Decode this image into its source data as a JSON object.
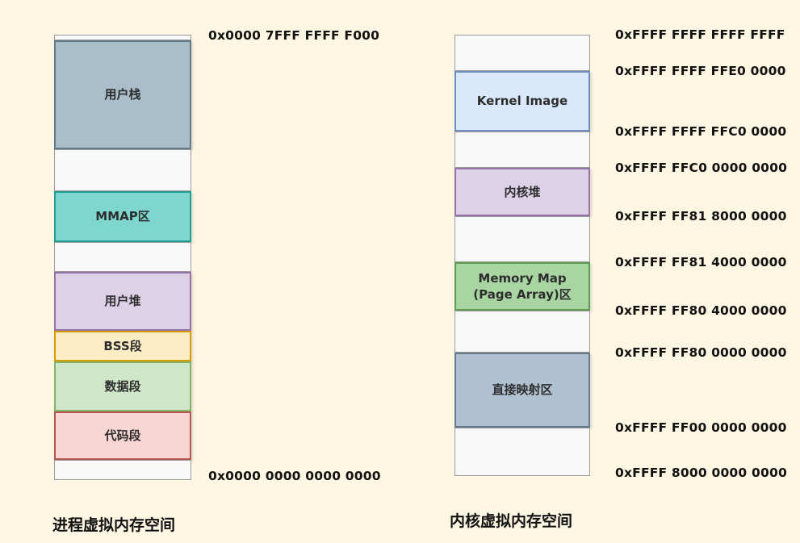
{
  "background_color": "#fdf6e3",
  "process_space": {
    "title": "进程虚拟内存空间",
    "top_address": "0x0000 7FFF FFFF F000",
    "bottom_address": "0x0000 0000 0000 0000",
    "segments": [
      {
        "label": "",
        "fill": "#f8f8f8",
        "border": "#9a9a9a"
      },
      {
        "label": "用户栈",
        "fill": "#a9bdcb",
        "border": "#64798a"
      },
      {
        "label": "",
        "fill": "#f8f8f8",
        "border": "#9a9a9a"
      },
      {
        "label": "MMAP区",
        "fill": "#7ed7cf",
        "border": "#1f9e93"
      },
      {
        "label": "",
        "fill": "#f8f8f8",
        "border": "#9a9a9a"
      },
      {
        "label": "用户堆",
        "fill": "#ddd1e7",
        "border": "#9673a6"
      },
      {
        "label": "BSS段",
        "fill": "#fcedc5",
        "border": "#d79b00"
      },
      {
        "label": "数据段",
        "fill": "#cfe7c9",
        "border": "#82b366"
      },
      {
        "label": "代码段",
        "fill": "#f8d6d3",
        "border": "#b85450"
      },
      {
        "label": "",
        "fill": "#f8f8f8",
        "border": "#9a9a9a"
      }
    ]
  },
  "kernel_space": {
    "title": "内核虚拟内存空间",
    "segments": [
      {
        "label": "",
        "fill": "#f8f8f8",
        "border": "#9a9a9a"
      },
      {
        "label": "Kernel Image",
        "fill": "#dae8fc",
        "border": "#6c8ebf"
      },
      {
        "label": "",
        "fill": "#f8f8f8",
        "border": "#9a9a9a"
      },
      {
        "label": "内核堆",
        "fill": "#ddd1e7",
        "border": "#9673a6"
      },
      {
        "label": "",
        "fill": "#f8f8f8",
        "border": "#9a9a9a"
      },
      {
        "label": "Memory Map\n(Page Array)区",
        "fill": "#a8d5a2",
        "border": "#5d9c51"
      },
      {
        "label": "",
        "fill": "#f8f8f8",
        "border": "#9a9a9a"
      },
      {
        "label": "直接映射区",
        "fill": "#b0c2d2",
        "border": "#64798a"
      },
      {
        "label": "",
        "fill": "#f8f8f8",
        "border": "#9a9a9a"
      }
    ],
    "addresses": [
      "0xFFFF FFFF FFFF FFFF",
      "0xFFFF FFFF FFE0 0000",
      "0xFFFF FFFF FFC0 0000",
      "0xFFFF FFC0 0000 0000",
      "0xFFFF FF81 8000 0000",
      "0xFFFF FF81 4000 0000",
      "0xFFFF FF80 4000 0000",
      "0xFFFF FF80 0000 0000",
      "0xFFFF FF00 0000 0000",
      "0xFFFF 8000 0000 0000"
    ]
  }
}
